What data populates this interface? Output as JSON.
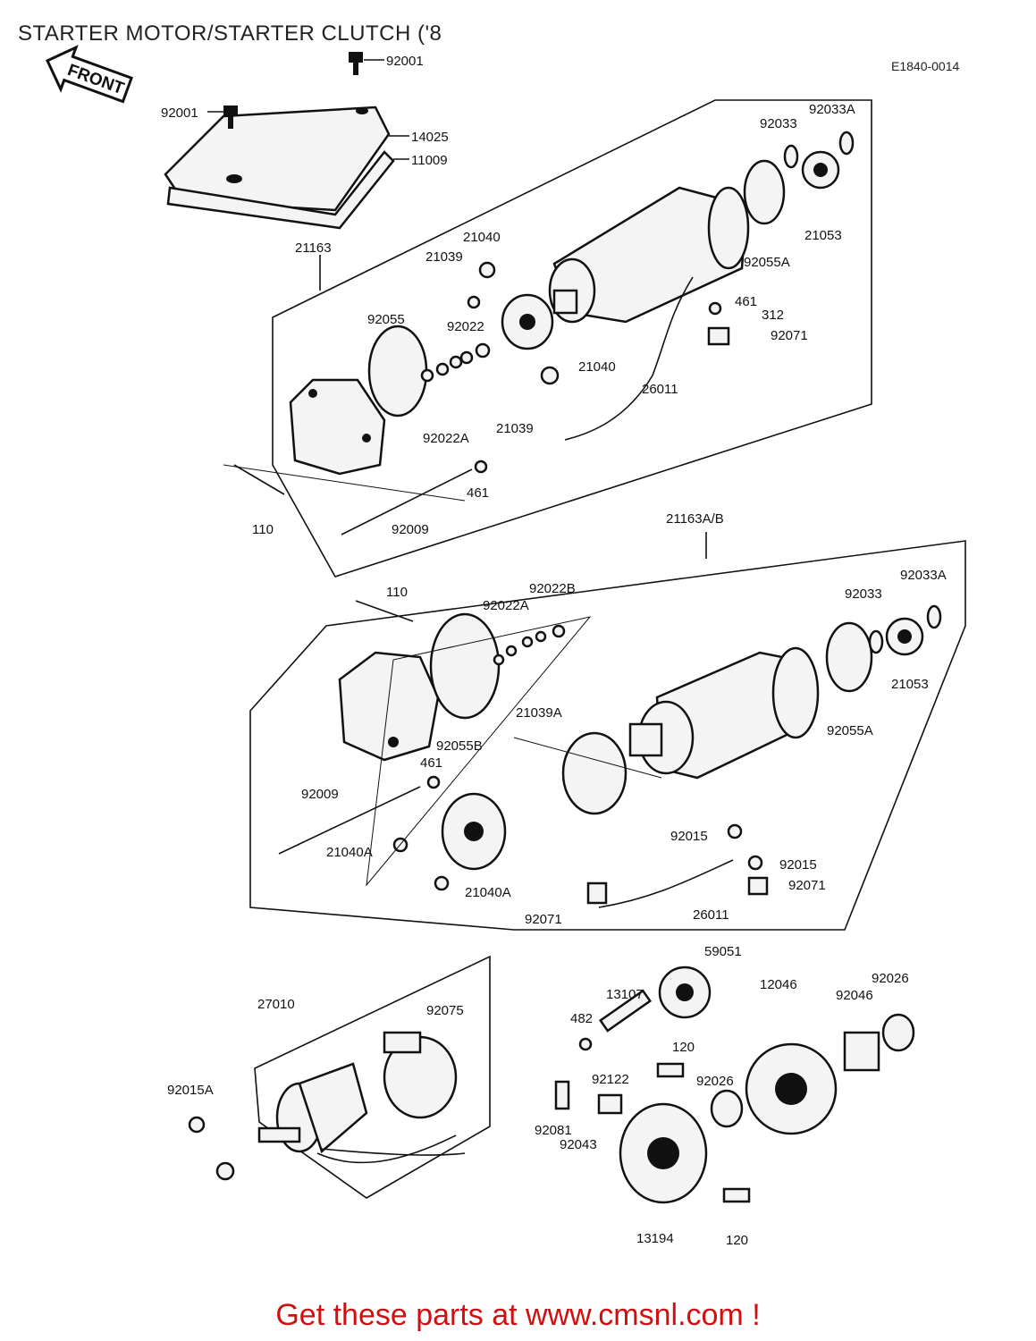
{
  "header": {
    "title": "STARTER MOTOR/STARTER CLUTCH ('8",
    "ref_code": "E1840-0014"
  },
  "icons": {
    "front_arrow": "front-arrow-icon",
    "front_label": "FRONT"
  },
  "footer": {
    "text": "Get these parts at www.cmsnl.com !",
    "color": "#d01010"
  },
  "labels": {
    "p92001_top": "92001",
    "p92001_left": "92001",
    "p14025": "14025",
    "p11009": "11009",
    "p21163": "21163",
    "p21040_a": "21040",
    "p21039_a": "21039",
    "p92033": "92033",
    "p92033A": "92033A",
    "p21053": "21053",
    "p92055A": "92055A",
    "p92055": "92055",
    "p92022": "92022",
    "p461_a": "461",
    "p312": "312",
    "p92071_a": "92071",
    "p21040_b": "21040",
    "p26011_a": "26011",
    "p92022A": "92022A",
    "p21039_b": "21039",
    "p461_b": "461",
    "p110_a": "110",
    "p92009_a": "92009",
    "p21163AB": "21163A/B",
    "p110_b": "110",
    "p92022B": "92022B",
    "p92022A_b": "92022A",
    "p92033_b": "92033",
    "p92033A_b": "92033A",
    "p21053_b": "21053",
    "p21039A": "21039A",
    "p92055B": "92055B",
    "p461_c": "461",
    "p92055A_b": "92055A",
    "p92009_b": "92009",
    "p21040A_a": "21040A",
    "p92015_a": "92015",
    "p92015_b": "92015",
    "p92071_b": "92071",
    "p21040A_b": "21040A",
    "p26011_b": "26011",
    "p92071_c": "92071",
    "p27010": "27010",
    "p92075": "92075",
    "p92015A": "92015A",
    "p59051": "59051",
    "p13107": "13107",
    "p482": "482",
    "p12046": "12046",
    "p92026_a": "92026",
    "p92046": "92046",
    "p120_a": "120",
    "p92122": "92122",
    "p92026_b": "92026",
    "p92081": "92081",
    "p92043": "92043",
    "p13194": "13194",
    "p120_b": "120"
  }
}
